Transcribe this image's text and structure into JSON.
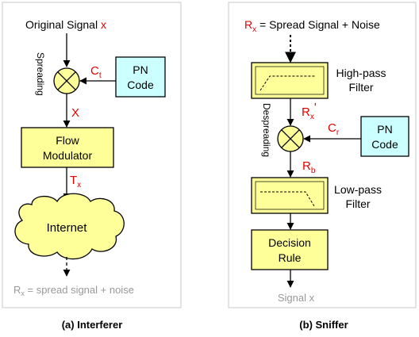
{
  "interferer": {
    "input": {
      "text": "Original Signal ",
      "var": "x"
    },
    "spreading": "Spreading",
    "ct": {
      "base": "C",
      "sub": "t"
    },
    "pn": {
      "line1": "PN",
      "line2": "Code"
    },
    "x_upper": "X",
    "flow": {
      "line1": "Flow",
      "line2": "Modulator"
    },
    "tx": {
      "base": "T",
      "sub": "x"
    },
    "internet": "Internet",
    "output": {
      "base": "R",
      "sub": "x",
      "rest": " = spread signal + noise"
    },
    "caption": "(a) Interferer"
  },
  "sniffer": {
    "input": {
      "base": "R",
      "sub": "x",
      "rest": " = Spread Signal + Noise"
    },
    "hpf": {
      "line1": "High-pass",
      "line2": "Filter"
    },
    "rx_prime": {
      "base": "R",
      "sub": "x",
      "prime": "'"
    },
    "despreading": "Despreading",
    "cr": {
      "base": "C",
      "sub": "r"
    },
    "pn": {
      "line1": "PN",
      "line2": "Code"
    },
    "rb": {
      "base": "R",
      "sub": "b"
    },
    "lpf": {
      "line1": "Low-pass",
      "line2": "Filter"
    },
    "decision": {
      "line1": "Decision",
      "line2": "Rule"
    },
    "output": "Signal x",
    "caption": "(b) Sniffer"
  },
  "colors": {
    "box_yellow": "#ffff99",
    "box_cyan": "#ccffff",
    "label_red": "#e00000",
    "text_grey": "#999999",
    "panel_border": "#c8c8c8"
  }
}
